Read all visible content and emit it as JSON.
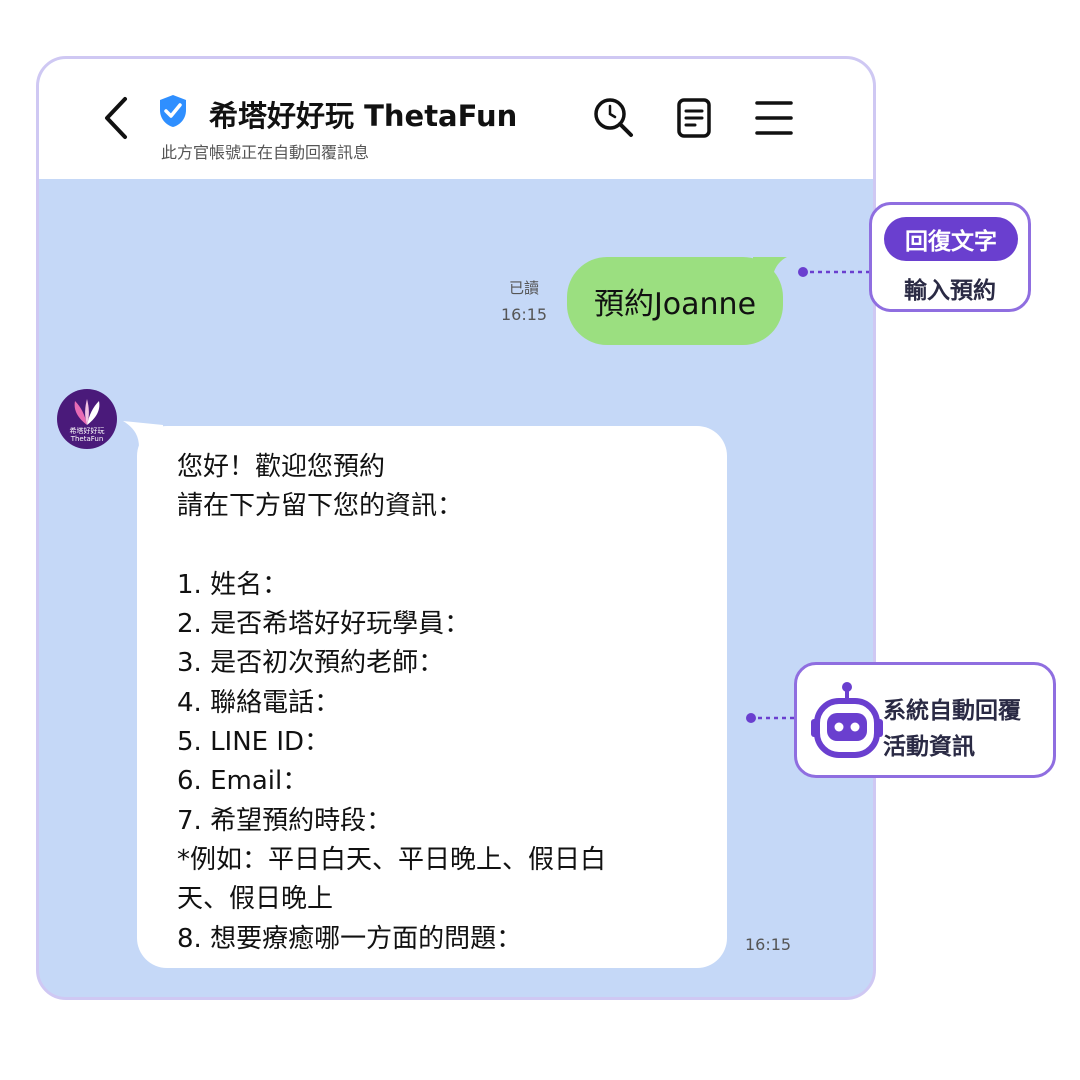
{
  "header": {
    "title": "希塔好好玩  ThetaFun",
    "subtitle": "此方官帳號正在自動回覆訊息"
  },
  "chat": {
    "outgoing": {
      "text": "預約Joanne",
      "read_label": "已讀",
      "time": "16:15"
    },
    "avatar_text": "希塔好好玩 ThetaFun",
    "incoming": {
      "lines": [
        "您好！歡迎您預約",
        "請在下方留下您的資訊：",
        "",
        " 1. 姓名：",
        "2. 是否希塔好好玩學員：",
        "3. 是否初次預約老師：",
        "4. 聯絡電話：",
        "5. LINE ID：",
        "6. Email：",
        "7. 希望預約時段：",
        "*例如：平日白天、平日晚上、假日白",
        "天、假日晚上",
        " 8. 想要療癒哪一方面的問題："
      ],
      "time": "16:15"
    }
  },
  "callouts": {
    "reply": {
      "pill": "回復文字",
      "text": "輸入預約"
    },
    "auto": {
      "line1": "系統自動回覆",
      "line2": "活動資訊"
    }
  },
  "colors": {
    "chat_background": "#c5d8f7",
    "outgoing_bubble": "#9bdf80",
    "accent_purple": "#6a3fcf",
    "verified_blue": "#2f8fff"
  },
  "icons": [
    "back-icon",
    "verified-badge-icon",
    "search-icon",
    "notes-icon",
    "menu-icon",
    "robot-icon"
  ]
}
